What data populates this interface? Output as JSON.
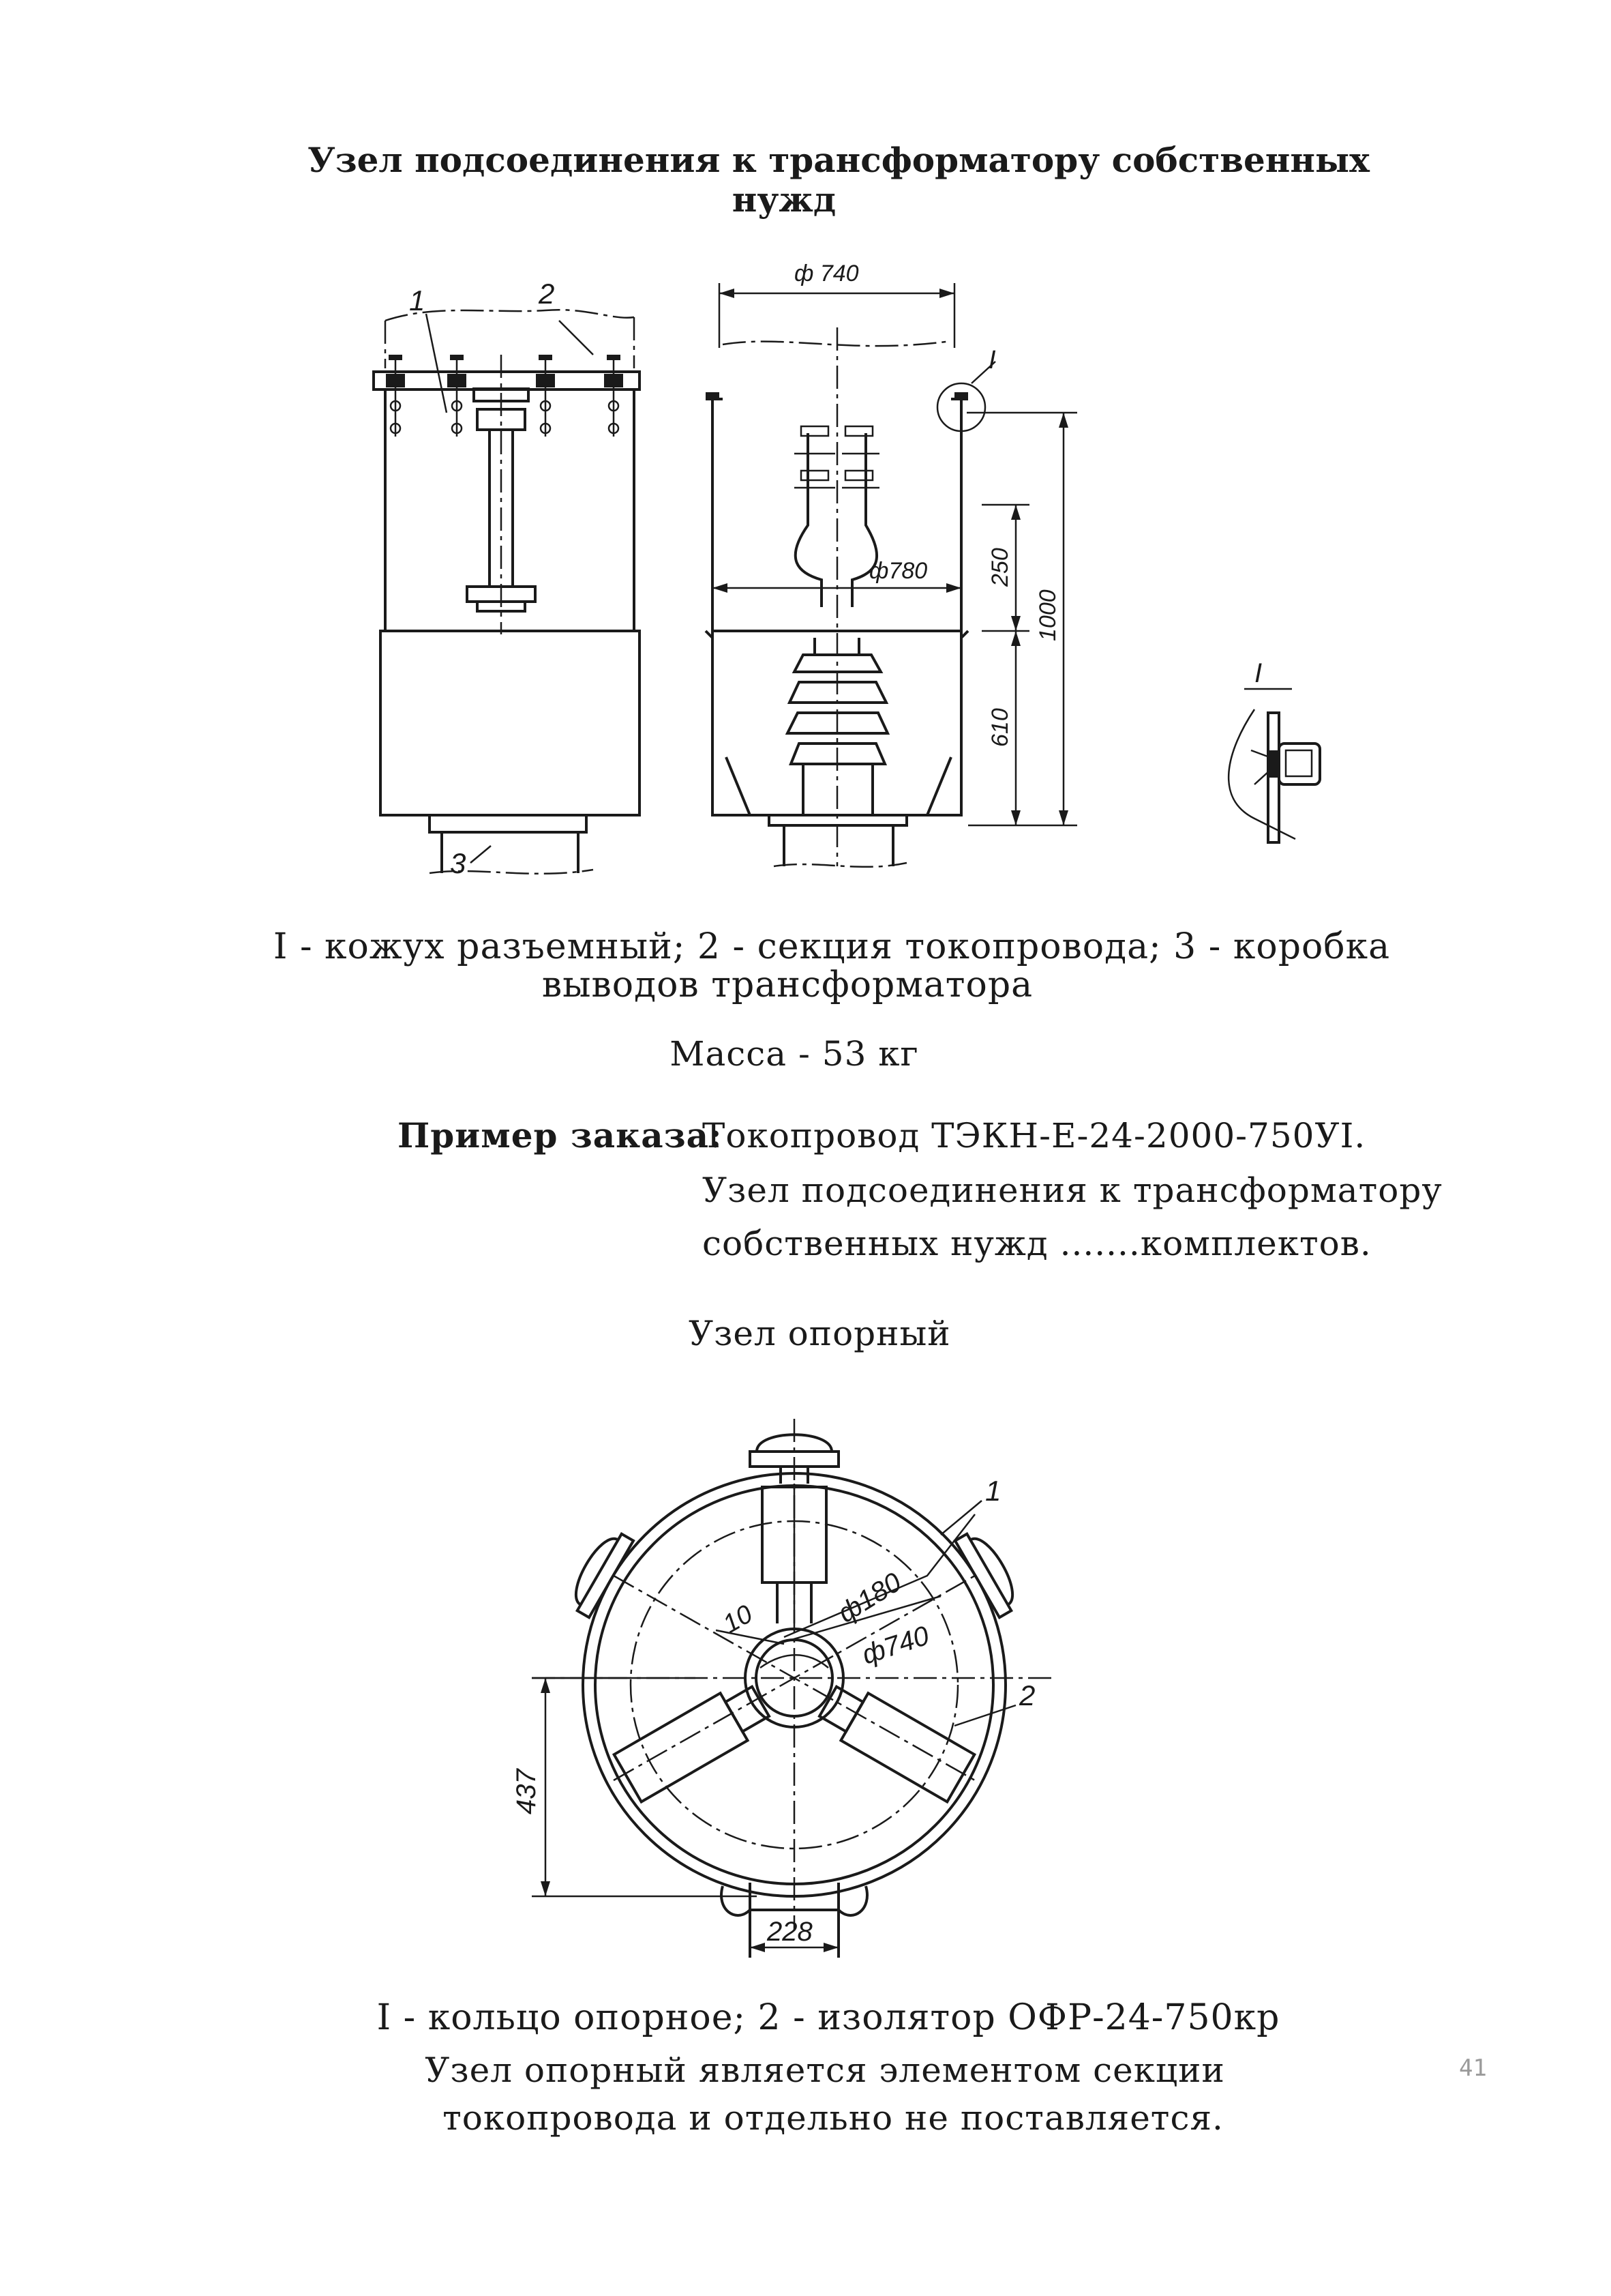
{
  "page": {
    "title_line1": "Узел подсоединения к трансформатору собственных",
    "title_line2": "нужд",
    "page_number": "41"
  },
  "figure1": {
    "labels": {
      "item1": "1",
      "item2": "2",
      "item3": "3",
      "callout": "I",
      "detail": "I"
    },
    "dimensions": {
      "d740": "ф 740",
      "d780": "ф780",
      "h250": "250",
      "h610": "610",
      "h1000": "1000"
    }
  },
  "legend1": {
    "line1": "I - кожух разъемный; 2 - секция токопровода; 3 - коробка",
    "line2": "выводов трансформатора"
  },
  "mass": "Масса - 53 кг",
  "order": {
    "label": "Пример заказа:",
    "line1": "Токопровод ТЭКН-Е-24-2000-750УI.",
    "line2": "Узел подсоединения к трансформатору",
    "line3": "собственных нужд .......комплектов."
  },
  "support": {
    "heading": "Узел опорный",
    "labels": {
      "item1": "1",
      "item2": "2"
    },
    "dimensions": {
      "d180": "ф180",
      "d740": "ф740",
      "t10": "10",
      "h437": "437",
      "w228": "228"
    }
  },
  "legend2": {
    "line1": "I - кольцо опорное; 2 - изолятор ОФР-24-750кр",
    "line2": "Узел опорный является элементом секции",
    "line3": "токопровода и отдельно не поставляется."
  }
}
